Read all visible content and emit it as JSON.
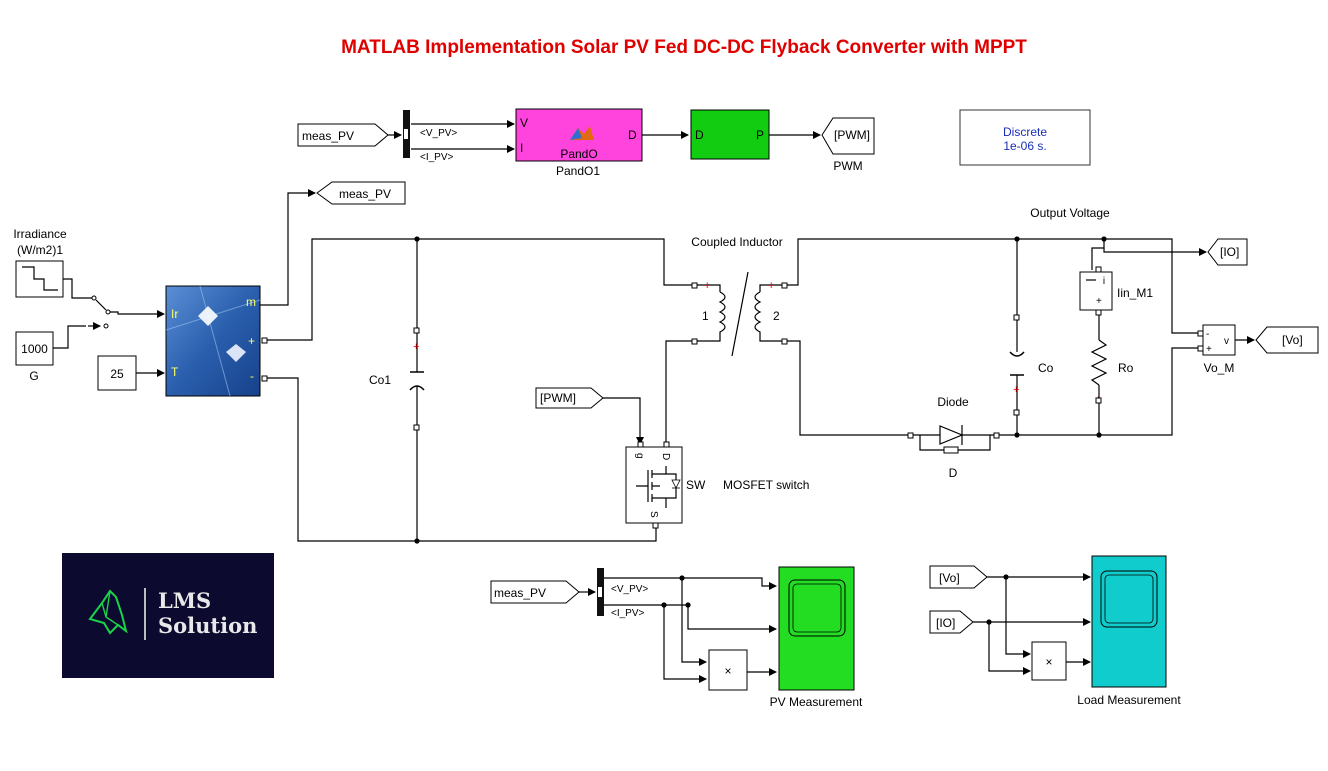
{
  "title": "MATLAB Implementation Solar PV Fed DC-DC Flyback Converter with MPPT",
  "goto_tags": {
    "meas_pv_from_top": "meas_PV",
    "meas_pv_goto": "meas_PV",
    "pwm_goto": "[PWM]",
    "pwm_from": "[PWM]",
    "io_goto": "[IO]",
    "vo_goto": "[Vo]",
    "meas_pv_from_bottom": "meas_PV",
    "vo_from": "[Vo]",
    "io_from": "[IO]"
  },
  "bus_signals": {
    "v_pv": "<V_PV>",
    "i_pv": "<I_PV>",
    "v_pv2": "<V_PV>",
    "i_pv2": "<I_PV>"
  },
  "pando": {
    "block_label": "PandO",
    "name": "PandO1",
    "port_v": "V",
    "port_i": "I",
    "port_d": "D"
  },
  "pwm_block": {
    "port_d": "D",
    "port_p": "P",
    "name": "PWM"
  },
  "powergui": {
    "line1": "Discrete",
    "line2": "1e-06 s."
  },
  "sources": {
    "irradiance_label_1": "Irradiance",
    "irradiance_label_2": "(W/m2)1",
    "const_g": "1000",
    "const_g_name": "G",
    "temp": "25"
  },
  "pv_array": {
    "port_ir": "Ir",
    "port_t": "T",
    "port_m": "m",
    "port_plus": "+",
    "port_minus": "-"
  },
  "components": {
    "co1": "Co1",
    "coupled_inductor": "Coupled Inductor",
    "winding_1": "1",
    "winding_2": "2",
    "sw_name": "SW",
    "mosfet": "MOSFET switch",
    "sw_g": "g",
    "sw_d": "D",
    "sw_s": "S",
    "output_voltage": "Output Voltage",
    "diode_title": "Diode",
    "diode_name": "D",
    "co": "Co",
    "ro": "Ro",
    "iin": "Iin_M1",
    "vo_m": "Vo_M",
    "vm_v": "v"
  },
  "scopes": {
    "pv": "PV Measurement",
    "load": "Load Measurement",
    "product": "×"
  },
  "logo": {
    "line1": "LMS",
    "line2": "Solution"
  },
  "colors": {
    "title": "#e00000",
    "pando": "#ff44dd",
    "pwm": "#11cc11",
    "pv_scope": "#22dd22",
    "load_scope": "#11cccc",
    "logo_bg": "#0c0a2e"
  }
}
